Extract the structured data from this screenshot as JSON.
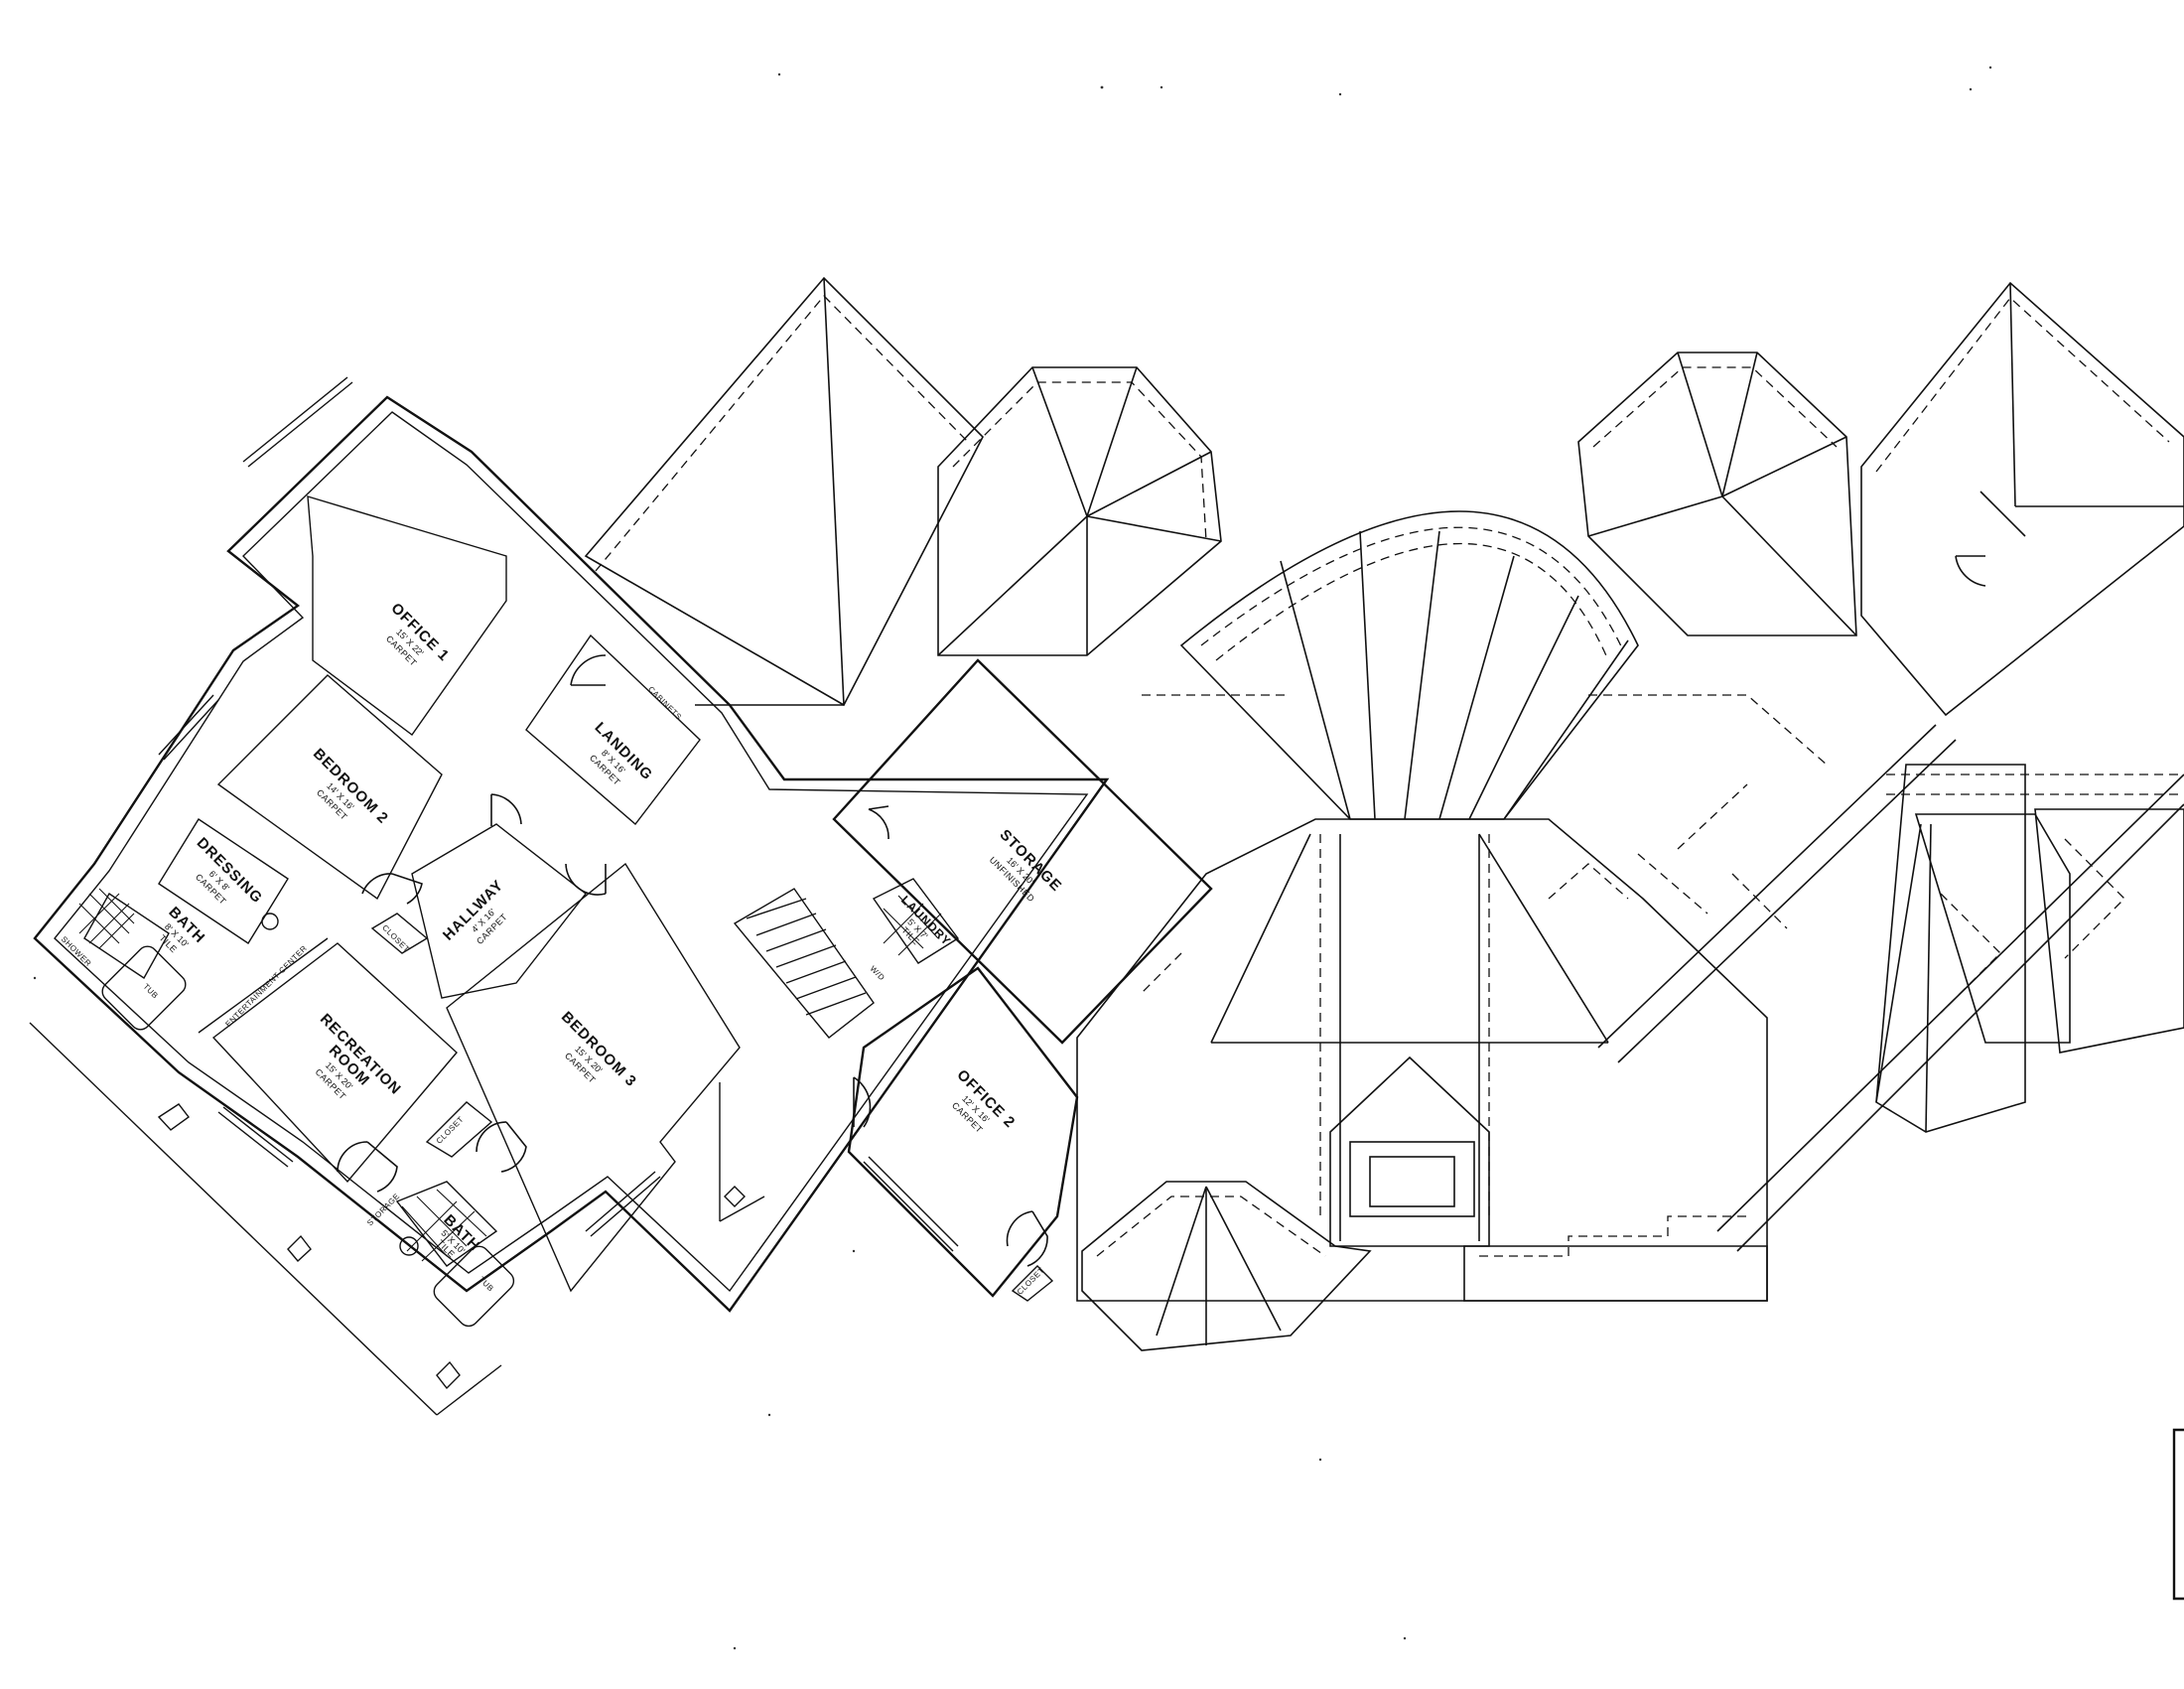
{
  "plan": {
    "rooms": [
      {
        "id": "office-1",
        "name": "OFFICE 1",
        "dims": "15' X 22'",
        "floor": "CARPET"
      },
      {
        "id": "landing",
        "name": "LANDING",
        "dims": "8' X 16'",
        "floor": "CARPET"
      },
      {
        "id": "bedroom-2",
        "name": "BEDROOM 2",
        "dims": "14' X 16'",
        "floor": "CARPET"
      },
      {
        "id": "dressing",
        "name": "DRESSING",
        "dims": "6' X 8'",
        "floor": "CARPET"
      },
      {
        "id": "bath-1",
        "name": "BATH",
        "dims": "8' X 10'",
        "floor": "TILE"
      },
      {
        "id": "hallway",
        "name": "HALLWAY",
        "dims": "4' X 16'",
        "floor": "CARPET"
      },
      {
        "id": "recreation-room",
        "name_line1": "RECREATION",
        "name_line2": "ROOM",
        "dims": "15' X 20'",
        "floor": "CARPET"
      },
      {
        "id": "bedroom-3",
        "name": "BEDROOM 3",
        "dims": "15' X 20'",
        "floor": "CARPET"
      },
      {
        "id": "storage",
        "name": "STORAGE",
        "dims": "16' X 20'",
        "floor": "UNFINISHED"
      },
      {
        "id": "laundry",
        "name": "LAUNDRY",
        "dims": "5' X 7'",
        "floor": "TILE"
      },
      {
        "id": "office-2",
        "name": "OFFICE 2",
        "dims": "12' X 16'",
        "floor": "CARPET"
      },
      {
        "id": "bath-2",
        "name": "BATH",
        "dims": "5' X 10'",
        "floor": "TILE"
      }
    ],
    "labels": {
      "cabinets": "CABINETS",
      "closet": "CLOSET",
      "entertainment_center": "ENTERTAINMENT CENTER",
      "tub": "TUB",
      "storage_small": "STORAGE",
      "shower": "SHOWER",
      "washer_dryer": "W/D"
    }
  }
}
